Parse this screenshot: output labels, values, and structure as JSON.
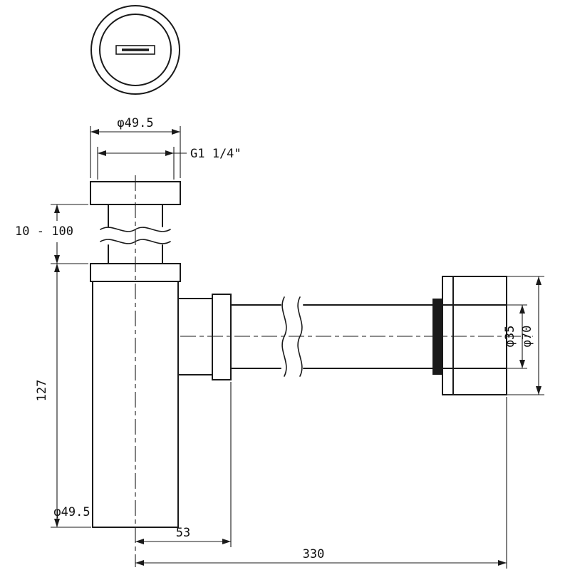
{
  "drawing": {
    "type": "technical-drawing",
    "subject": "bottle trap siphon with wall flange, two orthographic views",
    "background_color": "#ffffff",
    "line_color": "#1a1a1a",
    "gasket_color": "#1a1a1a",
    "dimensions": {
      "top_diameter": "φ49.5",
      "thread": "G1 1/4\"",
      "adjust_height": "10 - 100",
      "body_height": "127",
      "body_diameter": "φ49.5",
      "outlet_offset": "53",
      "total_length": "330",
      "pipe_diameter": "φ35",
      "flange_diameter": "φ70"
    }
  }
}
